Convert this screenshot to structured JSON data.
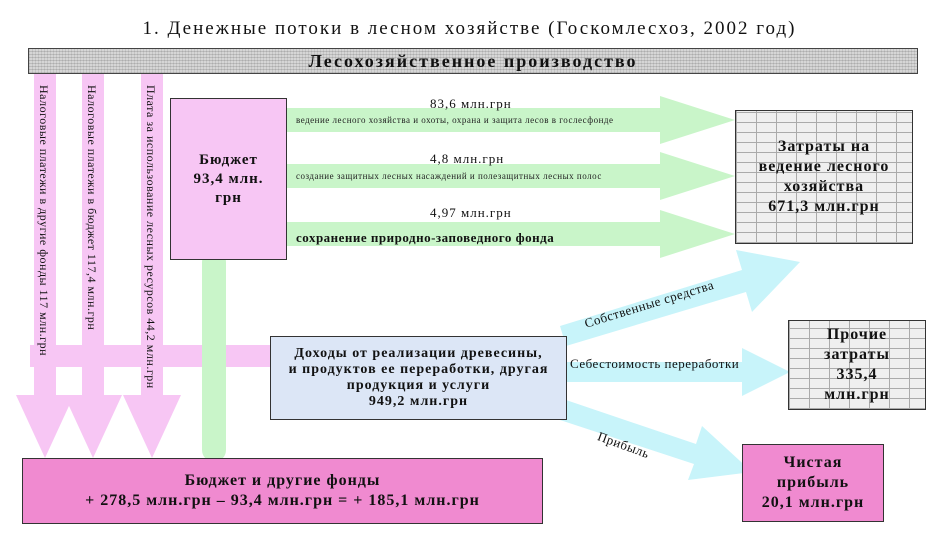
{
  "title": "1. Денежные потоки в лесном хозяйстве (Госкомлесхоз, 2002 год)",
  "band_label": "Лесохозяйственное производство",
  "vertical_flows": [
    "Налоговые платежи в другие фонды 117 млн.грн",
    "Налоговые платежи в бюджет 117,4 млн.грн",
    "Плата за использование лесных ресурсов 44,2 млн.грн"
  ],
  "budget": {
    "line1": "Бюджет",
    "line2": "93,4 млн.",
    "line3": "грн"
  },
  "budget_flows": [
    {
      "amount": "83,6 млн.грн",
      "label": "ведение лесного хозяйства и охоты, охрана и защита лесов в гослесфонде"
    },
    {
      "amount": "4,8 млн.грн",
      "label": "создание защитных лесных насаждений и полезащитных лесных полос"
    },
    {
      "amount": "4,97 млн.грн",
      "label": "сохранение природно-заповедного фонда"
    }
  ],
  "costs_box": {
    "line1": "Затраты на",
    "line2": "ведение лесного",
    "line3": "хозяйства",
    "line4": "671,3 млн.грн"
  },
  "income_box": {
    "line1": "Доходы от реализации древесины,",
    "line2": "и продуктов ее переработки, другая",
    "line3": "продукция и услуги",
    "line4": "949,2 млн.грн"
  },
  "income_flows": {
    "own_funds": "Собственные средства",
    "processing_cost": "Себестоимость переработки",
    "profit": "Прибыль"
  },
  "other_box": {
    "line1": "Прочие",
    "line2": "затраты",
    "line3": "335,4",
    "line4": "млн.грн"
  },
  "profit_box": {
    "line1": "Чистая",
    "line2": "прибыль",
    "line3": "20,1 млн.грн"
  },
  "funds_box": {
    "line1": "Бюджет и другие фонды",
    "line2": "+ 278,5 млн.грн – 93,4 млн.грн = + 185,1 млн.грн"
  },
  "colors": {
    "pink": "#f7c6f4",
    "green": "#c9f5c9",
    "cyan": "#c8f4fa",
    "blue": "#dce6f6",
    "magenta": "#f08ad0"
  }
}
